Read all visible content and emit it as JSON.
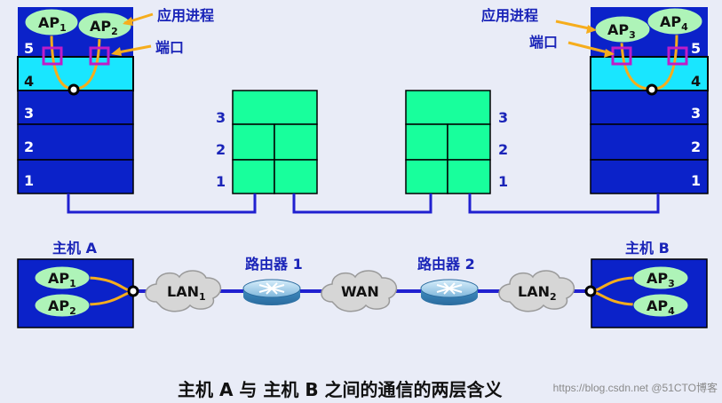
{
  "colors": {
    "stack_blue": "#0b22c9",
    "cyan_layer": "#19e6ff",
    "router_green": "#18ff9c",
    "ap_fill": "#aef4b8",
    "orange": "#f6ad1c",
    "port_magenta": "#c01cc7",
    "label_blue": "#1a24b8",
    "link_blue": "#2020d0"
  },
  "top": {
    "left_aps": [
      {
        "base": "AP",
        "sub": "1"
      },
      {
        "base": "AP",
        "sub": "2"
      }
    ],
    "right_aps": [
      {
        "base": "AP",
        "sub": "3"
      },
      {
        "base": "AP",
        "sub": "4"
      }
    ],
    "left_layers": [
      "5",
      "4",
      "3",
      "2",
      "1"
    ],
    "right_layers": [
      "5",
      "4",
      "3",
      "2",
      "1"
    ],
    "router_layers": [
      "3",
      "2",
      "1"
    ],
    "app_process_label": "应用进程",
    "port_label": "端口"
  },
  "bottom": {
    "host_a": {
      "title": "主机 A",
      "aps": [
        {
          "base": "AP",
          "sub": "1"
        },
        {
          "base": "AP",
          "sub": "2"
        }
      ]
    },
    "host_b": {
      "title": "主机 B",
      "aps": [
        {
          "base": "AP",
          "sub": "3"
        },
        {
          "base": "AP",
          "sub": "4"
        }
      ]
    },
    "lan1": {
      "base": "LAN",
      "sub": "1"
    },
    "lan2": {
      "base": "LAN",
      "sub": "2"
    },
    "wan": "WAN",
    "router1_label": "路由器 1",
    "router2_label": "路由器 2"
  },
  "caption": "主机 A 与 主机 B 之间的通信的两层含义",
  "watermark": "https://blog.csdn.net @51CTO博客"
}
